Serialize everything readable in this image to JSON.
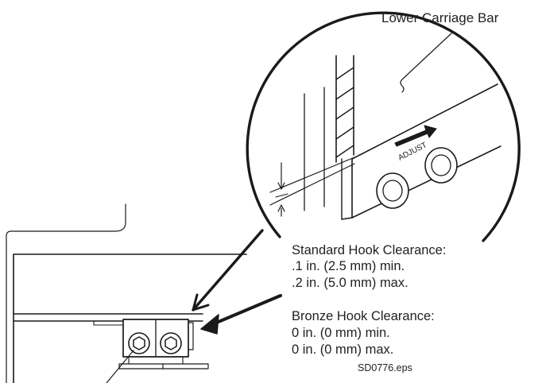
{
  "callout_label": "Lower Carriage Bar",
  "adjust_label": "ADJUST",
  "standard_clearance": {
    "heading": "Standard Hook Clearance:",
    "min": ".1 in. (2.5 mm) min.",
    "max": ".2 in. (5.0 mm) max."
  },
  "bronze_clearance": {
    "heading": "Bronze Hook Clearance:",
    "min": "0 in. (0 mm) min.",
    "max": "0 in. (0 mm) max."
  },
  "file_name": "SD0776.eps"
}
